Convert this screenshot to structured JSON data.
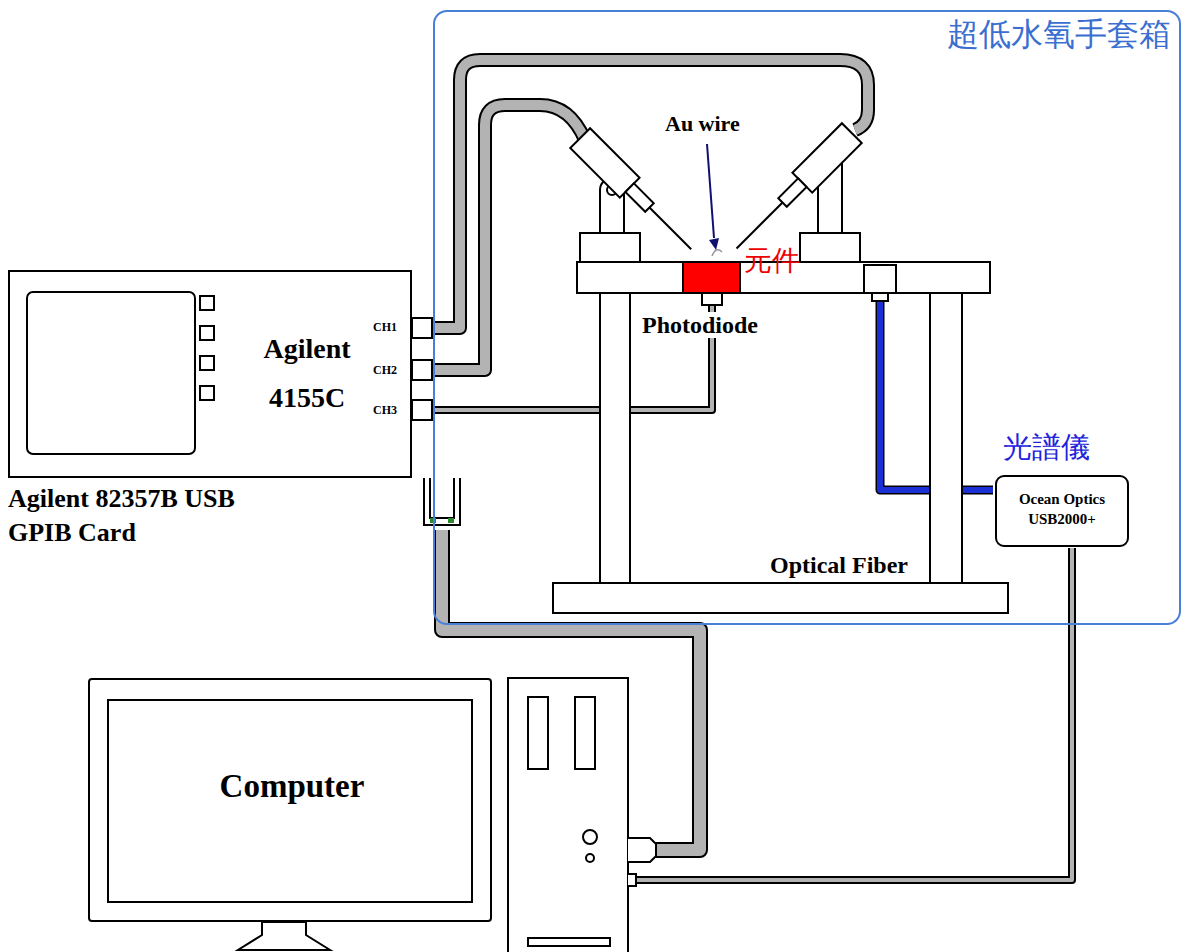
{
  "diagram": {
    "nodes": [
      {
        "text": [
          "超低水氧手套箱"
        ]
      },
      {
        "text": [
          "Agilent 4155C"
        ]
      },
      {
        "text": [
          "Ocean Optics USB2000+"
        ],
        "in": 0
      },
      {
        "text": [
          "Computer"
        ]
      }
    ],
    "labels": [
      "Au wire",
      "元件",
      "Photodiode",
      "CH1",
      "CH2",
      "CH3",
      "Agilent 82357B USB GPIB Card",
      "Optical Fiber",
      "光譜儀"
    ]
  }
}
